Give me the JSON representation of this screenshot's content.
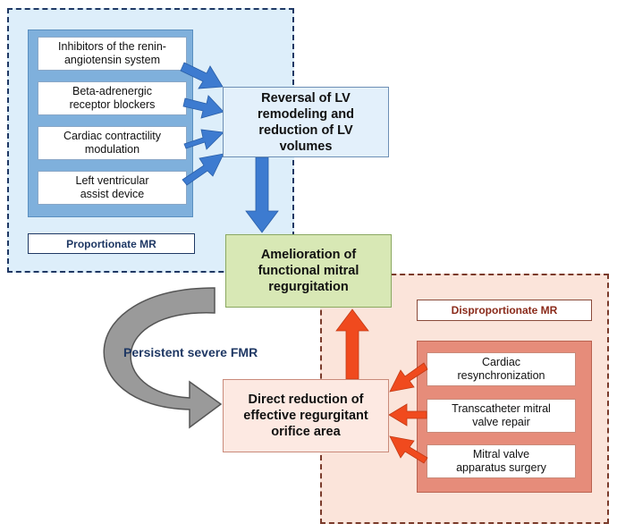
{
  "proportionate": {
    "label": "Proportionate MR",
    "interventions": [
      {
        "label": "Inhibitors of the renin-\nangiotensin system"
      },
      {
        "label": "Beta-adrenergic\nreceptor blockers"
      },
      {
        "label": "Cardiac contractility\nmodulation"
      },
      {
        "label": "Left ventricular\nassist device"
      }
    ]
  },
  "disproportionate": {
    "label": "Disproportionate MR",
    "interventions": [
      {
        "label": "Cardiac\nresynchronization"
      },
      {
        "label": "Transcatheter mitral\nvalve repair"
      },
      {
        "label": "Mitral valve\napparatus surgery"
      }
    ]
  },
  "center": {
    "reversal": "Reversal of LV\nremodeling and\nreduction of LV\nvolumes",
    "amelioration": "Amelioration of\nfunctional mitral\nregurgitation",
    "direct_reduction": "Direct reduction of\neffective regurgitant\norifice area"
  },
  "persistent_label": "Persistent severe FMR",
  "colors": {
    "blue_arrow": "#3d7bd0",
    "red_arrow": "#f04a1e",
    "gray_arrow": "#9a9a9a"
  }
}
